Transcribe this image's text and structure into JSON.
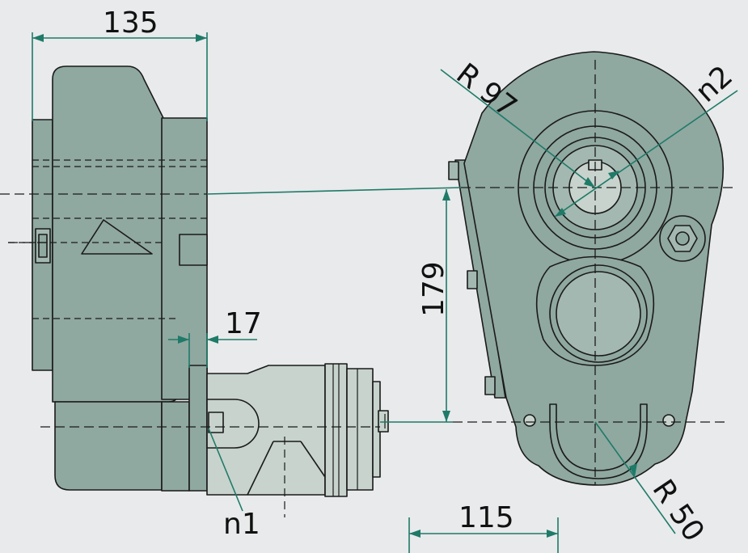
{
  "colors": {
    "background": "#e8eaeb",
    "housing": "#8fa8a0",
    "housing_light": "#a3b8b0",
    "motor": "#c7d3cc",
    "outline": "#1a1a1a",
    "dimension": "#1f7a68",
    "text": "#111111"
  },
  "labels": {
    "width_135": "135",
    "offset_17": "17",
    "height_179": "179",
    "width_115": "115",
    "radius_97": "R 97",
    "radius_50": "R 50",
    "shaft_n1": "n1",
    "shaft_n2": "n2"
  },
  "icons": {
    "vent": "triangle-vent-icon",
    "bolt": "hex-bolt-icon"
  }
}
